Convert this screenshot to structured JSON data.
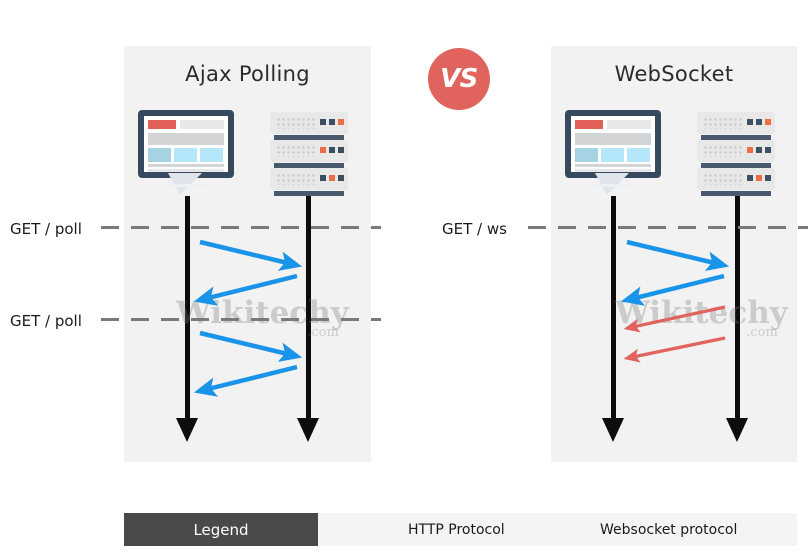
{
  "diagram": {
    "title_left": "Ajax Polling",
    "title_right": "WebSocket",
    "vs_label": "VS",
    "watermark": "Wikitechy",
    "watermark_suffix": ".com",
    "colors": {
      "http_blue": "#1a94e8",
      "websocket_red": "#e0635e",
      "lifeline_black": "#0d0d0d",
      "panel_bg": "#f2f2f2",
      "legend_box_bg": "#4a4a4a",
      "device_navy": "#37495e",
      "device_orange": "#ef6d45"
    },
    "left_panel": {
      "axis_labels": [
        "GET / poll",
        "GET / poll"
      ],
      "messages": [
        {
          "direction": "client-to-server",
          "protocol": "HTTP Protocol",
          "color": "#1a94e8"
        },
        {
          "direction": "server-to-client",
          "protocol": "HTTP Protocol",
          "color": "#1a94e8"
        },
        {
          "direction": "client-to-server",
          "protocol": "HTTP Protocol",
          "color": "#1a94e8"
        },
        {
          "direction": "server-to-client",
          "protocol": "HTTP Protocol",
          "color": "#1a94e8"
        }
      ]
    },
    "right_panel": {
      "axis_labels": [
        "GET / ws"
      ],
      "messages": [
        {
          "direction": "client-to-server",
          "protocol": "HTTP Protocol",
          "color": "#1a94e8"
        },
        {
          "direction": "server-to-client",
          "protocol": "HTTP Protocol",
          "color": "#1a94e8"
        },
        {
          "direction": "server-to-client",
          "protocol": "Websocket protocol",
          "color": "#e0635e"
        },
        {
          "direction": "server-to-client",
          "protocol": "Websocket protocol",
          "color": "#e0635e"
        }
      ]
    },
    "legend": {
      "title": "Legend",
      "items": [
        {
          "label": "HTTP Protocol",
          "color": "#1a94e8"
        },
        {
          "label": "Websocket protocol",
          "color": "#e0635e"
        }
      ]
    }
  }
}
